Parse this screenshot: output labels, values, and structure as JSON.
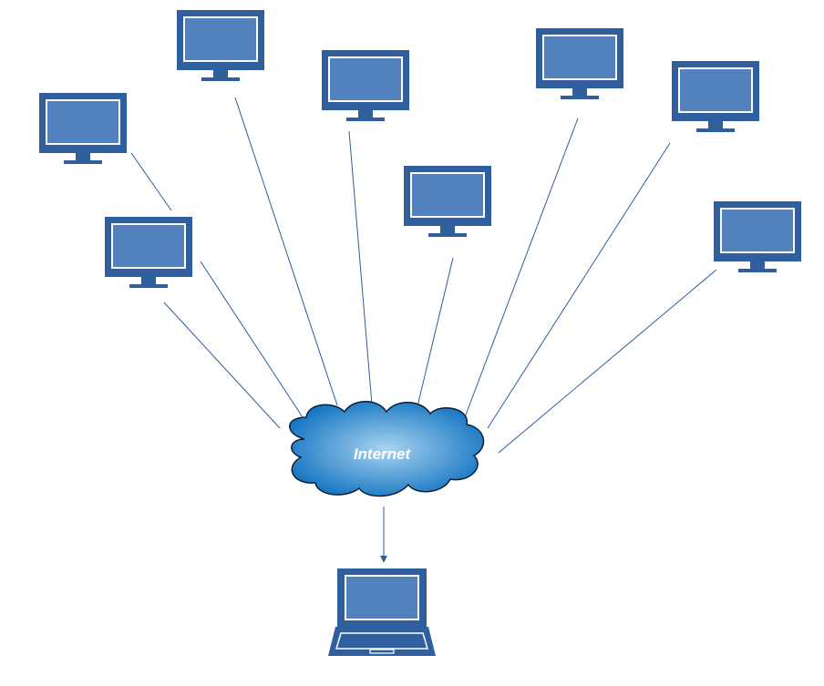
{
  "diagram": {
    "cloud": {
      "label": "Internet",
      "icon": "cloud-icon"
    },
    "colors": {
      "device_frame": "#2f5f9d",
      "device_screen": "#5182bd",
      "screen_border": "#ffffff",
      "link_line": "#2e5c9a",
      "cloud_light": "#a9d3f1",
      "cloud_dark": "#1777c2",
      "cloud_outline": "#0b1f3a",
      "background": "#ffffff"
    },
    "nodes": [
      {
        "id": "monitor-1",
        "icon": "monitor-icon"
      },
      {
        "id": "monitor-2",
        "icon": "monitor-icon"
      },
      {
        "id": "monitor-3",
        "icon": "monitor-icon"
      },
      {
        "id": "monitor-4",
        "icon": "monitor-icon"
      },
      {
        "id": "monitor-5",
        "icon": "monitor-icon"
      },
      {
        "id": "monitor-6",
        "icon": "monitor-icon"
      },
      {
        "id": "monitor-7",
        "icon": "monitor-icon"
      },
      {
        "id": "monitor-8",
        "icon": "monitor-icon"
      },
      {
        "id": "laptop",
        "icon": "laptop-icon"
      }
    ],
    "edges": [
      {
        "from": "monitor-1",
        "to": "cloud"
      },
      {
        "from": "monitor-2",
        "to": "cloud"
      },
      {
        "from": "monitor-3",
        "to": "cloud"
      },
      {
        "from": "monitor-4",
        "to": "cloud"
      },
      {
        "from": "monitor-5",
        "to": "cloud"
      },
      {
        "from": "monitor-6",
        "to": "cloud"
      },
      {
        "from": "monitor-7",
        "to": "cloud"
      },
      {
        "from": "monitor-8",
        "to": "cloud"
      },
      {
        "from": "cloud",
        "to": "laptop",
        "directed": true
      }
    ]
  }
}
